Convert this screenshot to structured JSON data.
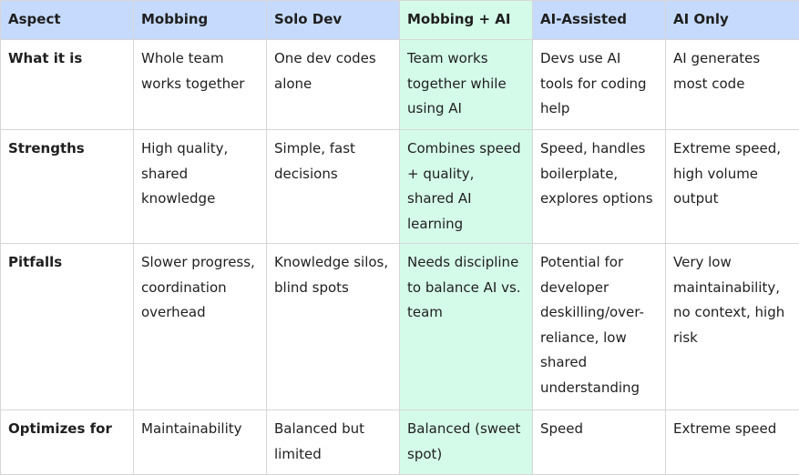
{
  "table": {
    "headers": [
      "Aspect",
      "Mobbing",
      "Solo Dev",
      "Mobbing + AI",
      "AI-Assisted",
      "AI Only"
    ],
    "highlight_color": "#d4fbea",
    "header_color": "#c5dafc",
    "rows": [
      {
        "aspect": "What it is",
        "cells": [
          "Whole team works together",
          "One dev codes alone",
          "Team works together while using AI",
          "Devs use AI tools for coding help",
          "AI generates most code"
        ]
      },
      {
        "aspect": "Strengths",
        "cells": [
          "High quality, shared knowledge",
          "Simple, fast decisions",
          "Combines speed + quality, shared AI learning",
          "Speed, handles boilerplate, explores options",
          "Extreme speed, high volume output"
        ]
      },
      {
        "aspect": "Pitfalls",
        "cells": [
          "Slower progress, coordination overhead",
          "Knowledge silos, blind spots",
          "Needs discipline to balance AI vs. team",
          "Potential for developer deskilling/over-reliance, low shared understanding",
          "Very low maintainability, no context, high risk"
        ]
      },
      {
        "aspect": "Optimizes for",
        "cells": [
          "Maintainability",
          "Balanced but limited",
          "Balanced (sweet spot)",
          "Speed",
          "Extreme speed"
        ]
      }
    ]
  }
}
